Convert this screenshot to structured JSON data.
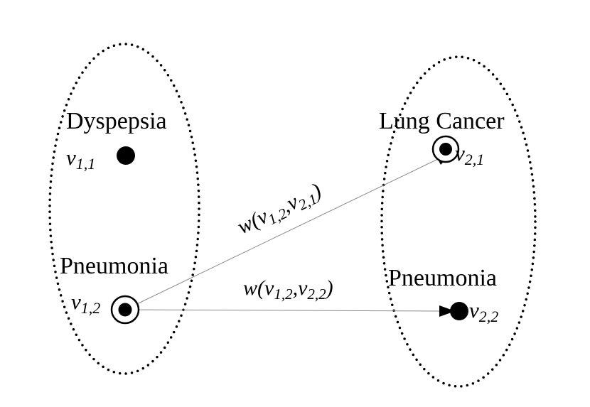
{
  "groups": [
    {
      "nodes": [
        {
          "disease": "Dyspepsia",
          "var": "v",
          "sub": "1,1",
          "selected": false
        },
        {
          "disease": "Pneumonia",
          "var": "v",
          "sub": "1,2",
          "selected": true
        }
      ]
    },
    {
      "nodes": [
        {
          "disease": "Lung Cancer",
          "var": "v",
          "sub": "2,1",
          "selected": true
        },
        {
          "disease": "Pneumonia",
          "var": "v",
          "sub": "2,2",
          "selected": false
        }
      ]
    }
  ],
  "edges": [
    {
      "from": "v1,2",
      "to": "v2,1",
      "label": {
        "w": "w(",
        "v1": "v",
        "s1": "1,2",
        "comma": ",",
        "v2": "v",
        "s2": "2,1",
        "close": ")"
      }
    },
    {
      "from": "v1,2",
      "to": "v2,2",
      "label": {
        "w": "w(",
        "v1": "v",
        "s1": "1,2",
        "comma": ",",
        "v2": "v",
        "s2": "2,2",
        "close": ")"
      }
    }
  ],
  "colors": {
    "ink": "#000000",
    "edge": "#8a8a8a",
    "background": "#ffffff"
  }
}
